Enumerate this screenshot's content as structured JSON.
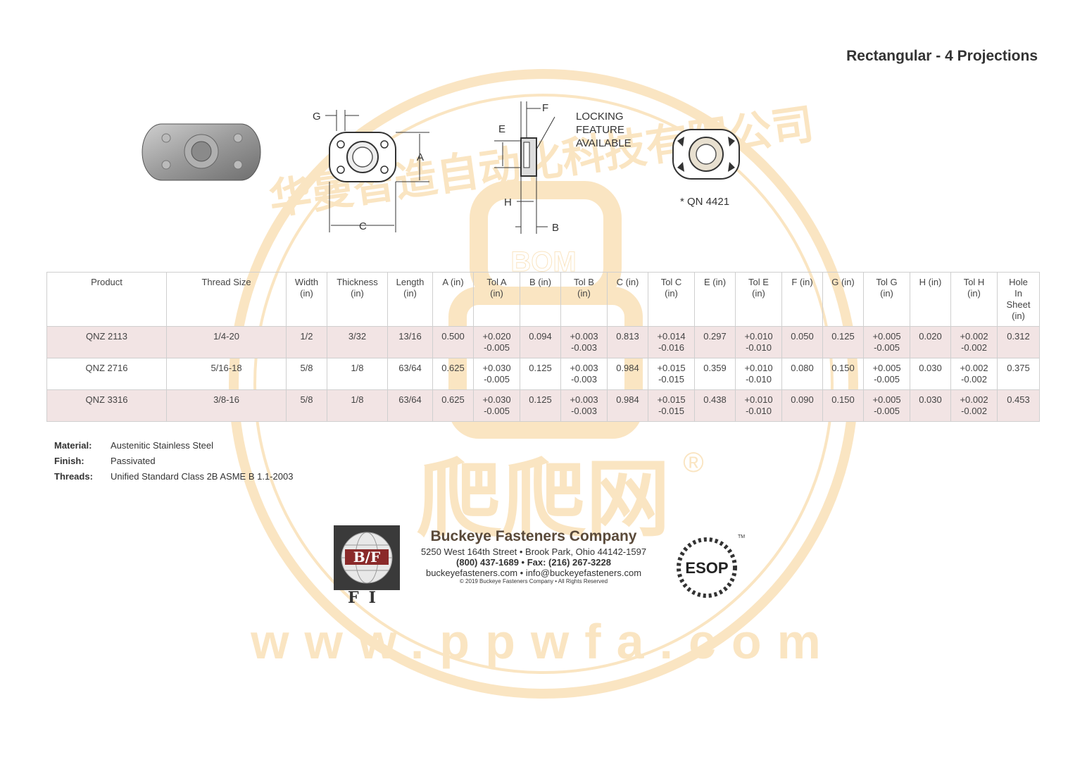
{
  "page": {
    "title": "Rectangular - 4 Projections"
  },
  "drawing": {
    "dim_labels": {
      "g": "G",
      "e": "E",
      "a": "A",
      "c": "C",
      "f": "F",
      "h": "H",
      "b": "B"
    },
    "locking_note": [
      "LOCKING",
      "FEATURE",
      "AVAILABLE"
    ],
    "qn_note": "* QN 4421"
  },
  "table": {
    "headers": [
      [
        "Product"
      ],
      [
        "Thread Size"
      ],
      [
        "Width",
        "(in)"
      ],
      [
        "Thickness",
        "(in)"
      ],
      [
        "Length",
        "(in)"
      ],
      [
        "A (in)"
      ],
      [
        "Tol A",
        "(in)"
      ],
      [
        "B (in)"
      ],
      [
        "Tol B",
        "(in)"
      ],
      [
        "C (in)"
      ],
      [
        "Tol C",
        "(in)"
      ],
      [
        "E (in)"
      ],
      [
        "Tol E",
        "(in)"
      ],
      [
        "F (in)"
      ],
      [
        "G (in)"
      ],
      [
        "Tol G",
        "(in)"
      ],
      [
        "H (in)"
      ],
      [
        "Tol H",
        "(in)"
      ],
      [
        "Hole",
        "In",
        "Sheet",
        "(in)"
      ]
    ],
    "rows": [
      [
        [
          "QNZ 2113"
        ],
        [
          "1/4-20"
        ],
        [
          "1/2"
        ],
        [
          "3/32"
        ],
        [
          "13/16"
        ],
        [
          "0.500"
        ],
        [
          "+0.020",
          "-0.005"
        ],
        [
          "0.094"
        ],
        [
          "+0.003",
          "-0.003"
        ],
        [
          "0.813"
        ],
        [
          "+0.014",
          "-0.016"
        ],
        [
          "0.297"
        ],
        [
          "+0.010",
          "-0.010"
        ],
        [
          "0.050"
        ],
        [
          "0.125"
        ],
        [
          "+0.005",
          "-0.005"
        ],
        [
          "0.020"
        ],
        [
          "+0.002",
          "-0.002"
        ],
        [
          "0.312"
        ]
      ],
      [
        [
          "QNZ 2716"
        ],
        [
          "5/16-18"
        ],
        [
          "5/8"
        ],
        [
          "1/8"
        ],
        [
          "63/64"
        ],
        [
          "0.625"
        ],
        [
          "+0.030",
          "-0.005"
        ],
        [
          "0.125"
        ],
        [
          "+0.003",
          "-0.003"
        ],
        [
          "0.984"
        ],
        [
          "+0.015",
          "-0.015"
        ],
        [
          "0.359"
        ],
        [
          "+0.010",
          "-0.010"
        ],
        [
          "0.080"
        ],
        [
          "0.150"
        ],
        [
          "+0.005",
          "-0.005"
        ],
        [
          "0.030"
        ],
        [
          "+0.002",
          "-0.002"
        ],
        [
          "0.375"
        ]
      ],
      [
        [
          "QNZ 3316"
        ],
        [
          "3/8-16"
        ],
        [
          "5/8"
        ],
        [
          "1/8"
        ],
        [
          "63/64"
        ],
        [
          "0.625"
        ],
        [
          "+0.030",
          "-0.005"
        ],
        [
          "0.125"
        ],
        [
          "+0.003",
          "-0.003"
        ],
        [
          "0.984"
        ],
        [
          "+0.015",
          "-0.015"
        ],
        [
          "0.438"
        ],
        [
          "+0.010",
          "-0.010"
        ],
        [
          "0.090"
        ],
        [
          "0.150"
        ],
        [
          "+0.005",
          "-0.005"
        ],
        [
          "0.030"
        ],
        [
          "+0.002",
          "-0.002"
        ],
        [
          "0.453"
        ]
      ]
    ]
  },
  "properties": [
    {
      "label": "Material:",
      "value": "Austenitic Stainless Steel"
    },
    {
      "label": "Finish:",
      "value": "Passivated"
    },
    {
      "label": "Threads:",
      "value": "Unified Standard Class 2B ASME B 1.1-2003"
    }
  ],
  "footer": {
    "company": "Buckeye Fasteners Company",
    "address": "5250 West 164th Street • Brook Park, Ohio 44142-1597",
    "phone": "(800) 437-1689 • Fax: (216) 267-3228",
    "web": "buckeyefasteners.com • info@buckeyefasteners.com",
    "copyright": "© 2019 Buckeye Fasteners Company • All Rights Reserved"
  },
  "logos": {
    "bfi_letters": "B/F",
    "bfi_bottom": "FI",
    "esop": "ESOP",
    "esop_tm": "TM"
  },
  "watermark": {
    "ring_text": "华曼智造自动化科技有限公司",
    "bom": "BOM",
    "brand": "爬爬网",
    "registered": "®",
    "url": "www.ppwfa.com",
    "color": "#f5c67a"
  }
}
